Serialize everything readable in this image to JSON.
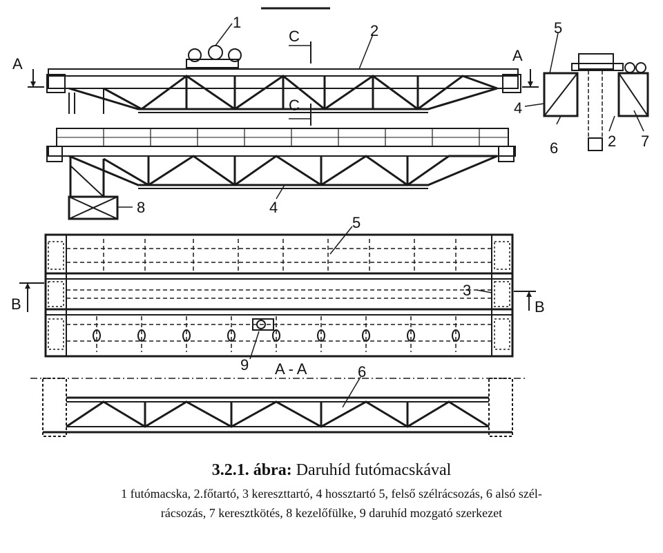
{
  "labels": {
    "n1": "1",
    "n2": "2",
    "n3": "3",
    "n4": "4",
    "n5": "5",
    "n6": "6",
    "n7": "7",
    "n8": "8",
    "n9": "9",
    "A": "A",
    "B": "B",
    "C": "C",
    "section_aa": "A - A"
  },
  "caption": {
    "number": "3.2.1. ábra:",
    "title": "Daruhíd futómacskával",
    "line1": "1 futómacska, 2.főtartó, 3 kereszttartó, 4 hossztartó 5, felső szélrácsozás, 6 alsó szél-",
    "line2": "rácsozás, 7 keresztkötés, 8 kezelőfülke, 9 daruhíd mozgató szerkezet"
  },
  "colors": {
    "ink": "#1a1a1a",
    "paper": "#ffffff"
  }
}
